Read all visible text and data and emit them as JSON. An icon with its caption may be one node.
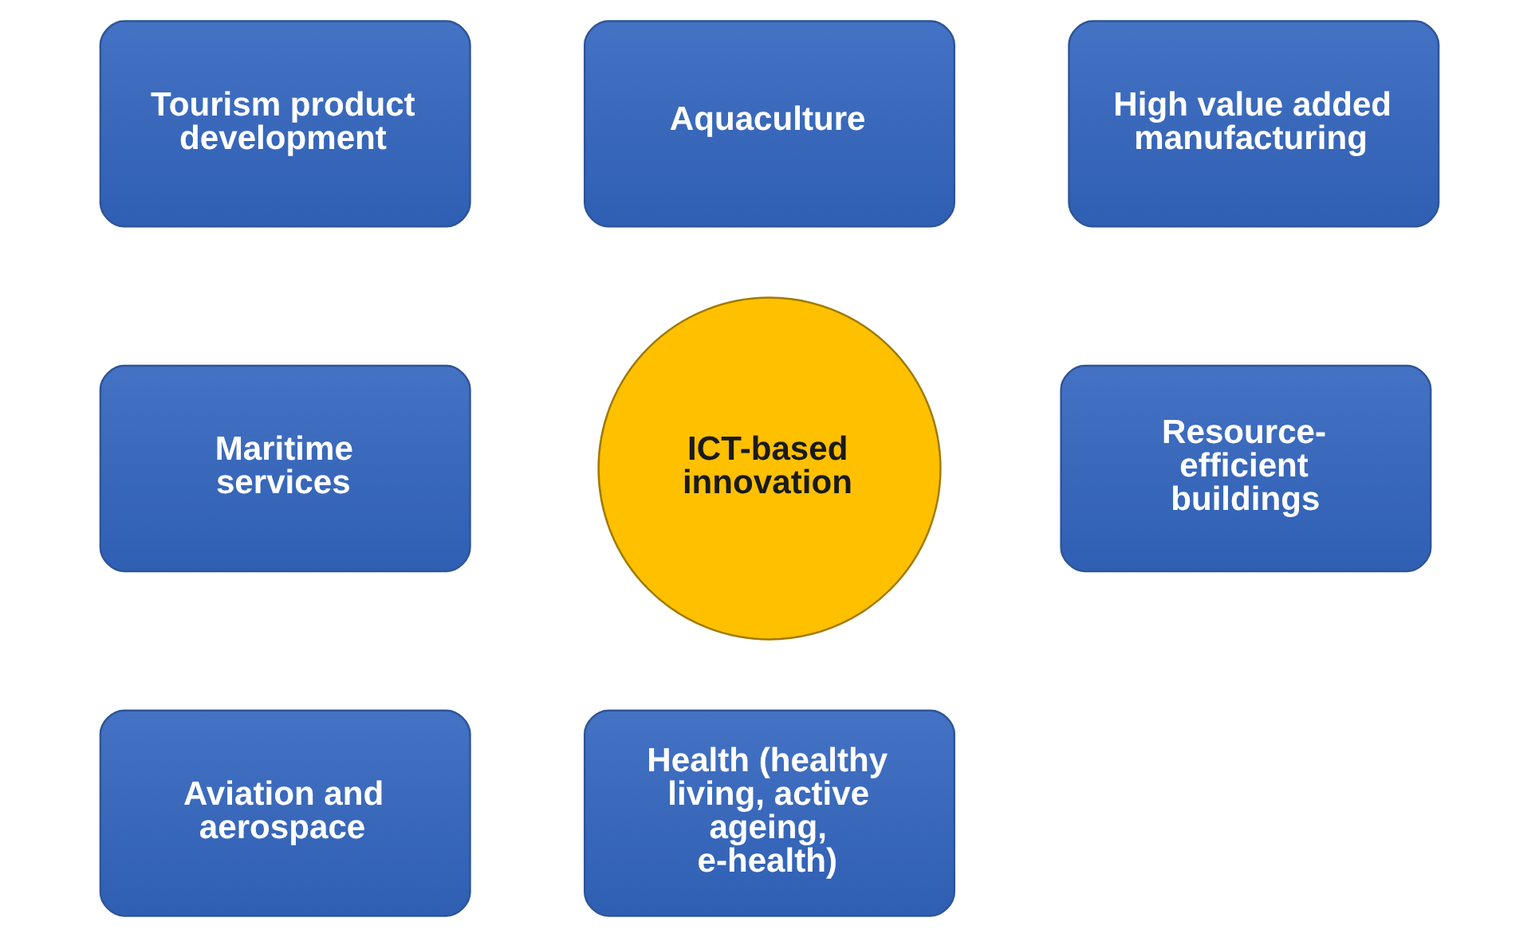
{
  "diagram": {
    "nodes": [
      {
        "text": [
          "Aquaculture"
        ]
      },
      {
        "text": [
          "Tourism product development"
        ]
      },
      {
        "text": [
          "High value added manufacturing"
        ]
      },
      {
        "text": [
          "ICT-based innovation"
        ]
      },
      {
        "text": [
          "Maritime services"
        ]
      },
      {
        "text": [
          "Resource-efficient buildings"
        ]
      },
      {
        "text": [
          "Aviation and aerospace"
        ]
      },
      {
        "text": [
          "Health (healthy living, active ageing, e-health)"
        ]
      }
    ],
    "edges": []
  }
}
